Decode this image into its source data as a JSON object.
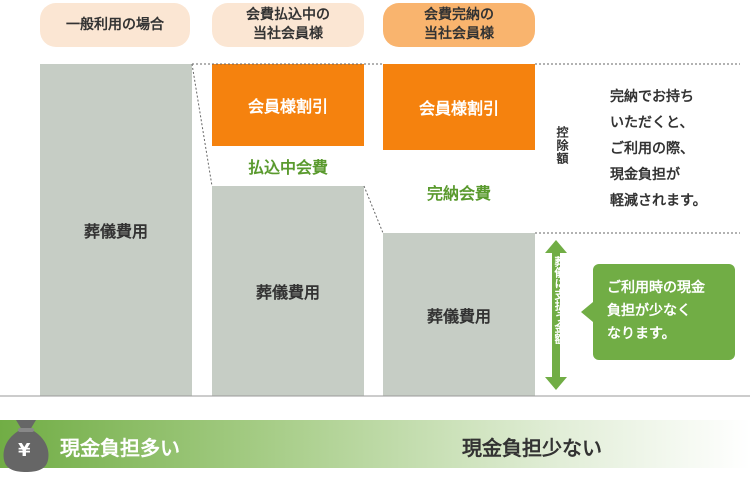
{
  "headers": {
    "general": "一般利用の場合",
    "paying": "会費払込中の\n当社会員様",
    "paid": "会費完納の\n当社会員様"
  },
  "columns": {
    "col1_cost": "葬儀費用",
    "col2_discount": "会員様割引",
    "col2_fee": "払込中会費",
    "col2_cost": "葬儀費用",
    "col3_discount": "会員様割引",
    "col3_fee": "完納会費",
    "col3_cost": "葬儀費用"
  },
  "labels": {
    "deduction": "控除額",
    "payment": "葬儀に支払う金額"
  },
  "notes": {
    "reduced": "完納でお持ち\nいただくと、\nご利用の際、\n現金負担が\n軽減されます。",
    "callout": "ご利用時の現金\n負担が少なく\nなります。"
  },
  "bottom_bar": {
    "yen": "¥",
    "more": "現金負担多い",
    "less": "現金負担少ない"
  },
  "colors": {
    "grey": "#c6cdc5",
    "orange": "#f5820e",
    "green": "#71ad45",
    "green_text": "#5a9a2e",
    "header_light": "#fbe6d3",
    "header_dark": "#f9b46e"
  }
}
